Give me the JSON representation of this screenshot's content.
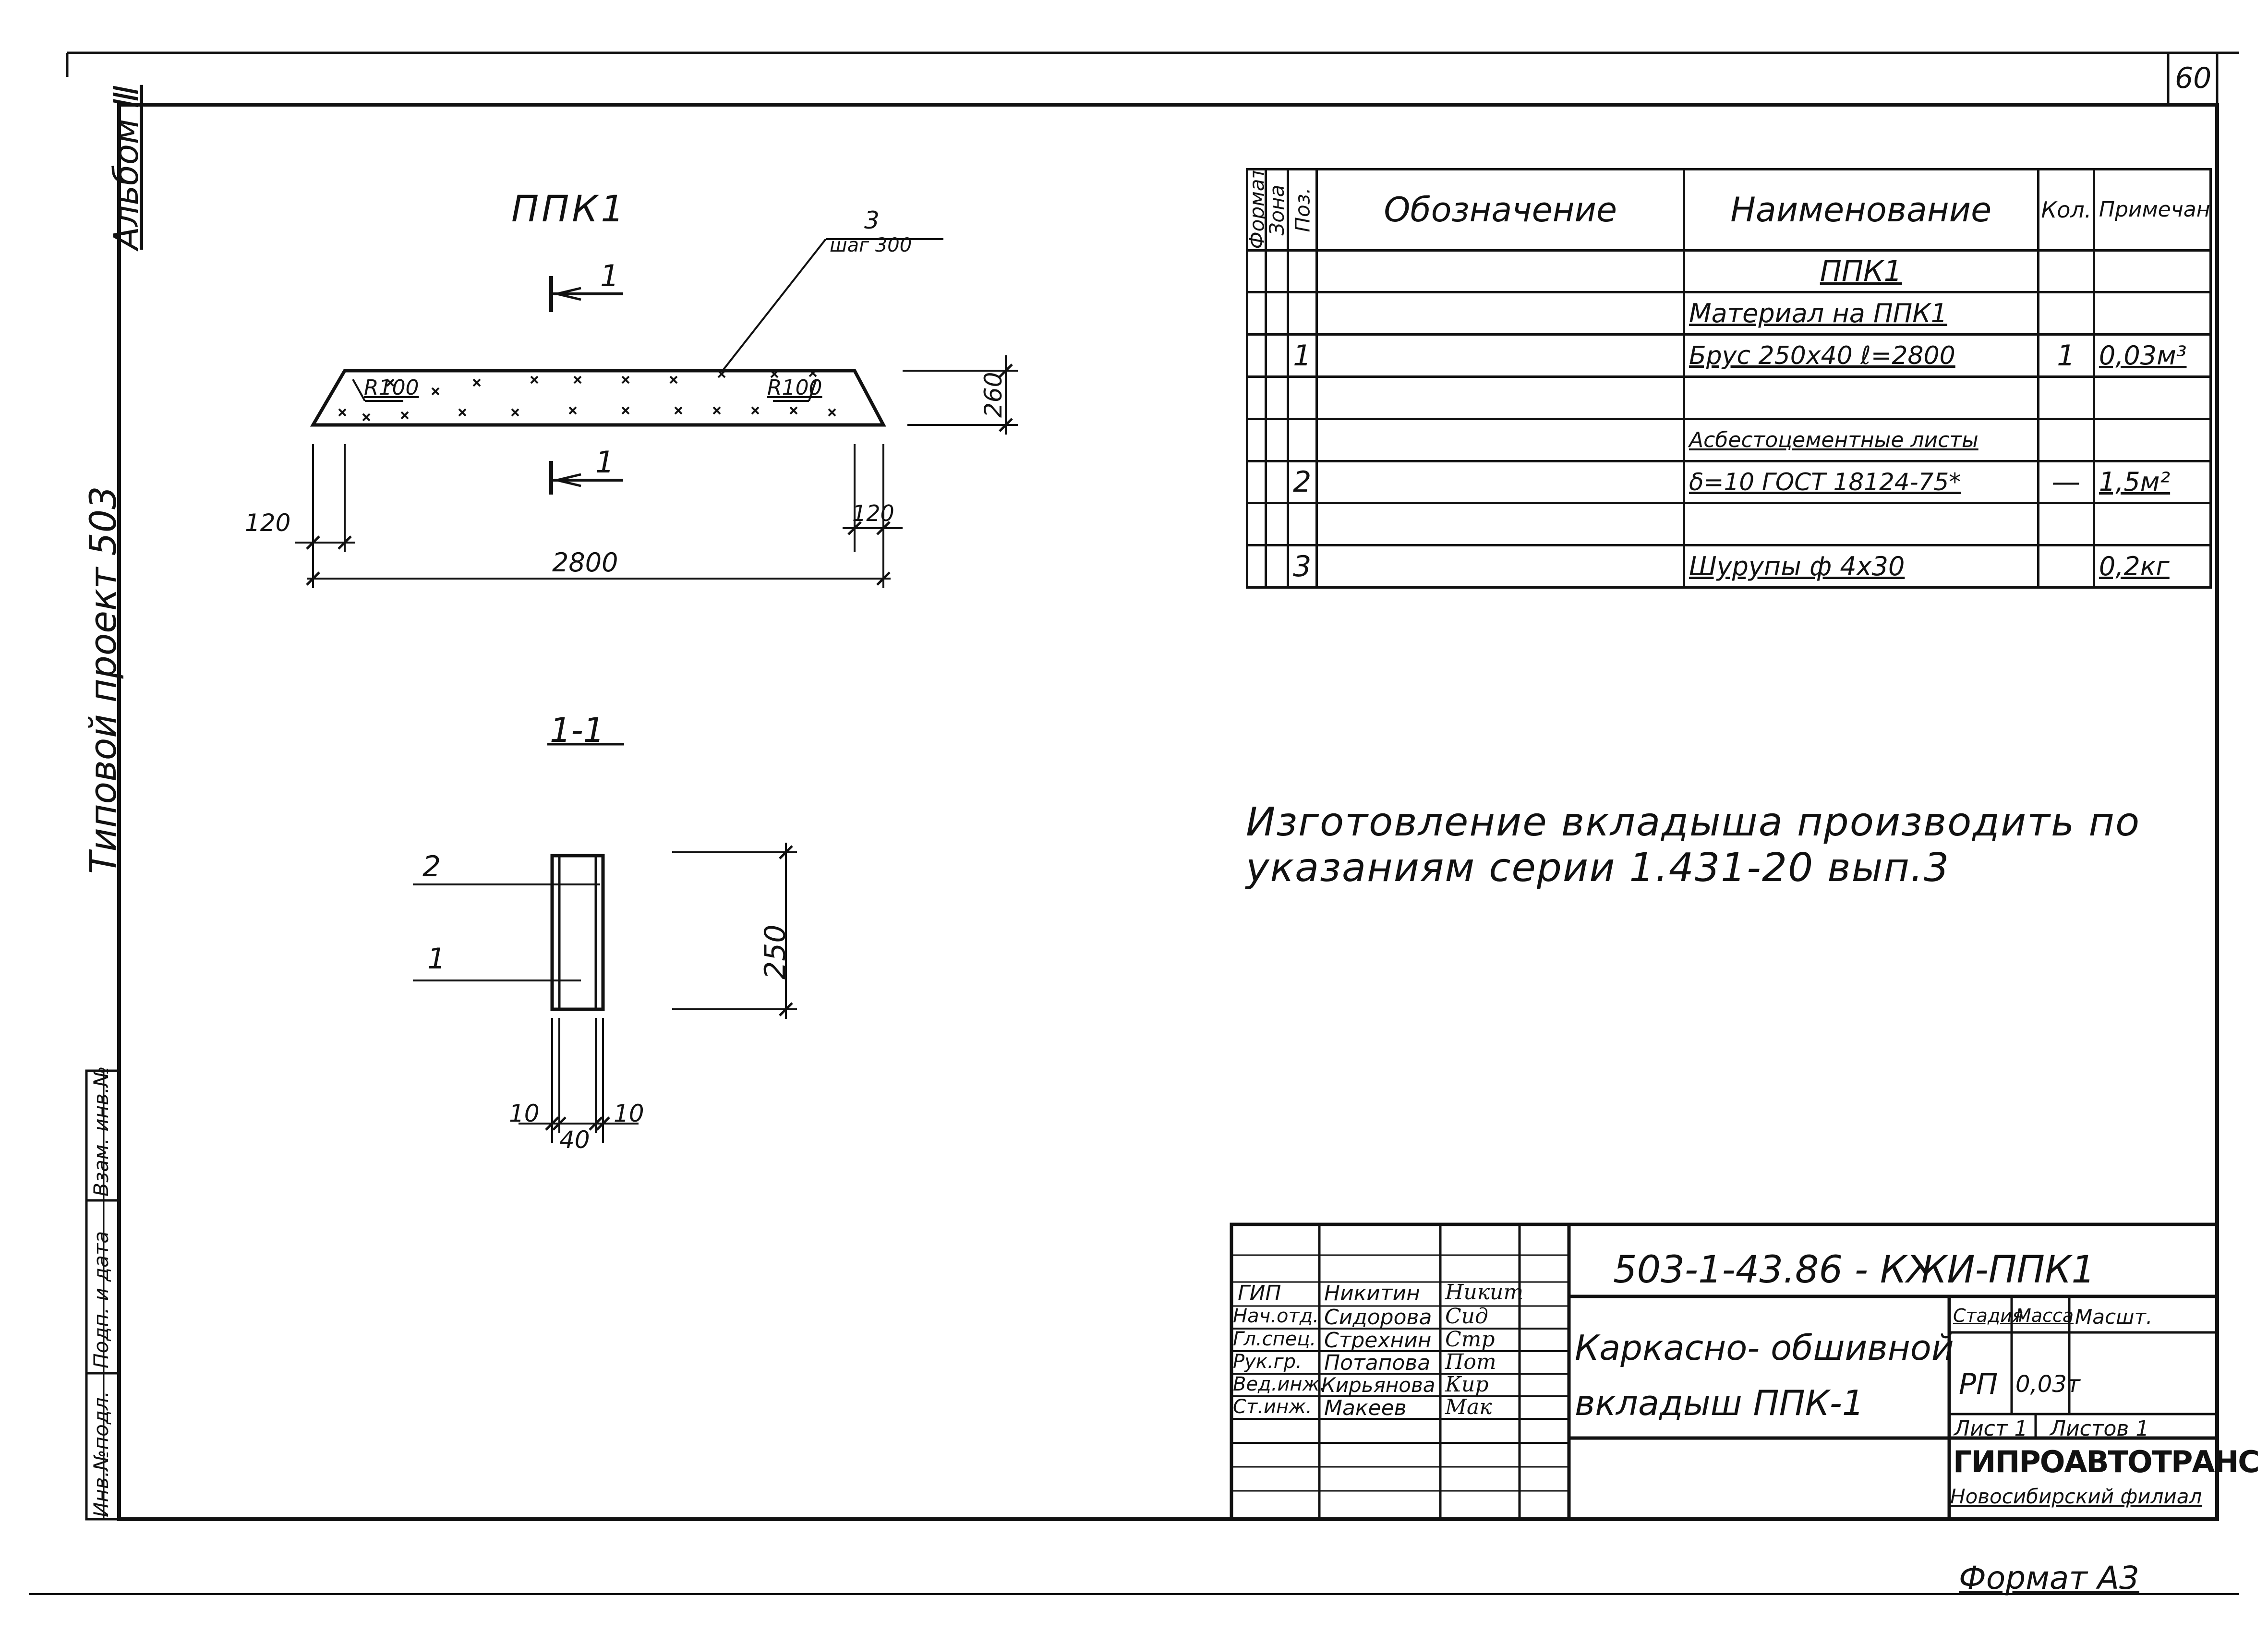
{
  "sheet": {
    "page_number": "60",
    "album_label": "Альбом Ⅲ",
    "project_label": "Типовой проект 503",
    "format_label": "Формат А3"
  },
  "left_stamp": {
    "inv_podl": "Инв.№подл.",
    "podp_data": "Подп. и дата",
    "vzam_inv": "Взам. инв.№"
  },
  "drawing": {
    "part_title": "ППК1",
    "section_mark": "1",
    "section_title": "1-1",
    "leader_pos3": "3",
    "leader_pos3_note": "шаг 300",
    "radius_left": "R100",
    "radius_right": "R100",
    "dim_height": "260",
    "dim_left_offset": "120",
    "dim_right_offset": "120",
    "dim_length": "2800",
    "sec_pos2": "2",
    "sec_pos1": "1",
    "sec_dim_height": "250",
    "sec_dim_left": "10",
    "sec_dim_right": "10",
    "sec_dim_width": "40"
  },
  "spec_table": {
    "headers": {
      "format": "Формат",
      "zone": "Зона",
      "pos": "Поз.",
      "designation": "Обозначение",
      "name": "Наименование",
      "qty": "Кол.",
      "note": "Примечание"
    },
    "rows": [
      {
        "pos": "",
        "name": "ППК1",
        "qty": "",
        "note": ""
      },
      {
        "pos": "",
        "name": "Материал на ППК1",
        "qty": "",
        "note": ""
      },
      {
        "pos": "1",
        "name": "Брус 250х40 ℓ=2800",
        "qty": "1",
        "note": "0,03м³"
      },
      {
        "pos": "",
        "name": "",
        "qty": "",
        "note": ""
      },
      {
        "pos": "",
        "name": "Асбестоцементные листы",
        "qty": "",
        "note": ""
      },
      {
        "pos": "2",
        "name": "δ=10 ГОСТ 18124-75*",
        "qty": "—",
        "note": "1,5м²"
      },
      {
        "pos": "",
        "name": "",
        "qty": "",
        "note": ""
      },
      {
        "pos": "3",
        "name": "Шурупы ф 4х30",
        "qty": "",
        "note": "0,2кг"
      }
    ]
  },
  "note_text": {
    "line1": "Изготовление вкладыша производить по",
    "line2": "указаниям серии 1.431-20 вып.3"
  },
  "title_block": {
    "doc_code": "503-1-43.86 - КЖИ-ППК1",
    "title_line1": "Каркасно- обшивной",
    "title_line2": "вкладыш ППК-1",
    "stage_label": "Стадия",
    "mass_label": "Масса",
    "scale_label": "Масшт.",
    "stage_value": "РП",
    "mass_value": "0,03т",
    "sheet_label": "Лист 1",
    "sheets_label": "Листов 1",
    "org_name": "ГИПРОАВТОТРАНС",
    "org_branch": "Новосибирский филиал",
    "staff": [
      {
        "role": "ГИП",
        "name": "Никитин",
        "sign": "Никит"
      },
      {
        "role": "Нач.отд.",
        "name": "Сидорова",
        "sign": "Сид"
      },
      {
        "role": "Гл.спец.",
        "name": "Стрехнин",
        "sign": "Стр"
      },
      {
        "role": "Рук.гр.",
        "name": "Потапова",
        "sign": "Пот"
      },
      {
        "role": "Вед.инж.",
        "name": "Кирьянова",
        "sign": "Кир"
      },
      {
        "role": "Ст.инж.",
        "name": "Макеев",
        "sign": "Мак"
      }
    ]
  }
}
